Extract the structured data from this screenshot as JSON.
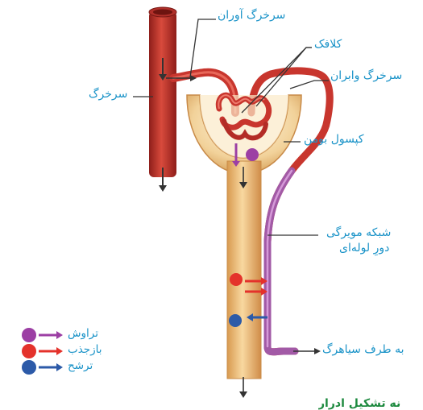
{
  "labels": {
    "afferent": "سرخرگ آوران",
    "glomerulus": "کلافک",
    "efferent": "سرخرگ وابران",
    "artery": "سرخرگ",
    "bowman": "کپسول بومن",
    "capillary_line1": "شبکه مویرگی",
    "capillary_line2": "دورِ لوله‌ای",
    "to_vein": "به طرف سیاهرگ"
  },
  "legend": [
    {
      "label": "تراوش",
      "color": "#9c3fa4"
    },
    {
      "label": "بازجذب",
      "color": "#e4322b"
    },
    {
      "label": "ترشح",
      "color": "#2c5aa8"
    }
  ],
  "footer": "نه تشکیل ادرار",
  "colors": {
    "artery": "#c8362e",
    "tubule": "#f0c080",
    "capsule": "#e8c48a",
    "capillary": "#a25aa6",
    "label_text": "#1a93c8"
  }
}
